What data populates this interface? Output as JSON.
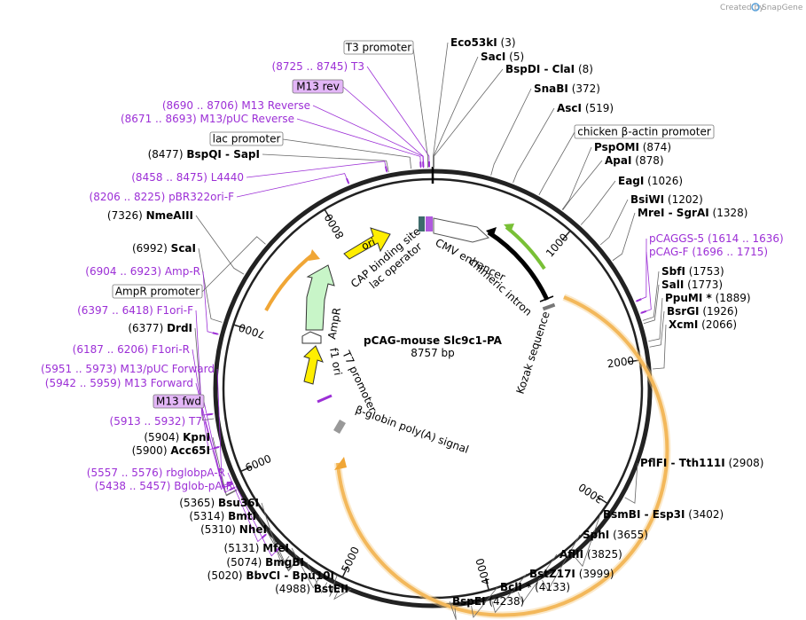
{
  "credit": {
    "text": "Created by",
    "brand": "SnapGene"
  },
  "plasmid": {
    "name": "pCAG-mouse Slc9c1-PA",
    "length_label": "8757 bp",
    "length": 8757
  },
  "ticks": [
    {
      "label": "1000",
      "pos": 1000
    },
    {
      "label": "2000",
      "pos": 2000
    },
    {
      "label": "3000",
      "pos": 3000
    },
    {
      "label": "4000",
      "pos": 4000
    },
    {
      "label": "5000",
      "pos": 5000
    },
    {
      "label": "6000",
      "pos": 6000
    },
    {
      "label": "7000",
      "pos": 7000
    },
    {
      "label": "8000",
      "pos": 8000
    }
  ],
  "sites_right": [
    {
      "name": "Eco53kI",
      "pos": 3,
      "num": "(3)"
    },
    {
      "name": "SacI",
      "pos": 5,
      "num": "(5)"
    },
    {
      "name": "BspDI",
      "name2": "ClaI",
      "pos": 8,
      "num": "(8)"
    },
    {
      "name": "SnaBI",
      "pos": 372,
      "num": "(372)"
    },
    {
      "name": "AscI",
      "pos": 519,
      "num": "(519)"
    },
    {
      "name": "PspOMI",
      "pos": 874,
      "num": "(874)"
    },
    {
      "name": "ApaI",
      "pos": 878,
      "num": "(878)"
    },
    {
      "name": "EagI",
      "pos": 1026,
      "num": "(1026)"
    },
    {
      "name": "BsiWI",
      "pos": 1202,
      "num": "(1202)"
    },
    {
      "name": "MreI",
      "name2": "SgrAI",
      "pos": 1328,
      "num": "(1328)"
    },
    {
      "name": "SbfI",
      "pos": 1753,
      "num": "(1753)"
    },
    {
      "name": "SalI",
      "pos": 1773,
      "num": "(1773)"
    },
    {
      "name": "PpuMI *",
      "pos": 1889,
      "num": "(1889)"
    },
    {
      "name": "BsrGI",
      "pos": 1926,
      "num": "(1926)"
    },
    {
      "name": "XcmI",
      "pos": 2066,
      "num": "(2066)"
    },
    {
      "name": "PflFI",
      "name2": "Tth111I",
      "pos": 2908,
      "num": "(2908)"
    },
    {
      "name": "BsmBI",
      "name2": "Esp3I",
      "pos": 3402,
      "num": "(3402)"
    },
    {
      "name": "SphI",
      "pos": 3655,
      "num": "(3655)"
    },
    {
      "name": "AflII",
      "pos": 3825,
      "num": "(3825)"
    },
    {
      "name": "BstZ17I",
      "pos": 3999,
      "num": "(3999)"
    },
    {
      "name": "BclI *",
      "pos": 4133,
      "num": "(4133)"
    },
    {
      "name": "BspEI",
      "pos": 4238,
      "num": "(4238)"
    }
  ],
  "sites_left": [
    {
      "name": "BstEII",
      "pos": 4988,
      "num": "(4988)"
    },
    {
      "name": "BbvCI",
      "name2": "Bpu10I",
      "pos": 5020,
      "num": "(5020)"
    },
    {
      "name": "BmgBI",
      "pos": 5074,
      "num": "(5074)"
    },
    {
      "name": "MfeI",
      "pos": 5131,
      "num": "(5131)"
    },
    {
      "name": "NheI",
      "pos": 5310,
      "num": "(5310)"
    },
    {
      "name": "BmtI",
      "pos": 5314,
      "num": "(5314)"
    },
    {
      "name": "Bsu36I",
      "pos": 5365,
      "num": "(5365)"
    },
    {
      "name": "Acc65I",
      "pos": 5900,
      "num": "(5900)"
    },
    {
      "name": "KpnI",
      "pos": 5904,
      "num": "(5904)"
    },
    {
      "name": "DrdI",
      "pos": 6377,
      "num": "(6377)"
    },
    {
      "name": "ScaI",
      "pos": 6992,
      "num": "(6992)"
    },
    {
      "name": "NmeAIII",
      "pos": 7326,
      "num": "(7326)"
    },
    {
      "name": "BspQI",
      "name2": "SapI",
      "pos": 8477,
      "num": "(8477)"
    }
  ],
  "primers_right": [
    {
      "name": "pCAGGS-5",
      "range": "(1614 .. 1636)",
      "pos": 1625
    },
    {
      "name": "pCAG-F",
      "range": "(1696 .. 1715)",
      "pos": 1705
    }
  ],
  "primers_left": [
    {
      "name": "T3",
      "range": "(8725 .. 8745)",
      "pos": 8735
    },
    {
      "name": "M13 Reverse",
      "range": "(8690 .. 8706)",
      "pos": 8698
    },
    {
      "name": "M13/pUC Reverse",
      "range": "(8671 .. 8693)",
      "pos": 8682
    },
    {
      "name": "L4440",
      "range": "(8458 .. 8475)",
      "pos": 8466
    },
    {
      "name": "pBR322ori-F",
      "range": "(8206 .. 8225)",
      "pos": 8215
    },
    {
      "name": "Amp-R",
      "range": "(6904 .. 6923)",
      "pos": 6913
    },
    {
      "name": "F1ori-F",
      "range": "(6397 .. 6418)",
      "pos": 6407
    },
    {
      "name": "F1ori-R",
      "range": "(6187 .. 6206)",
      "pos": 6196
    },
    {
      "name": "M13/pUC Forward",
      "range": "(5951 .. 5973)",
      "pos": 5962
    },
    {
      "name": "M13 Forward",
      "range": "(5942 .. 5959)",
      "pos": 5950
    },
    {
      "name": "T7",
      "range": "(5913 .. 5932)",
      "pos": 5922
    },
    {
      "name": "rbglobpA-R",
      "range": "(5557 .. 5576)",
      "pos": 5566
    },
    {
      "name": "Bglob-pA-R",
      "range": "(5438 .. 5457)",
      "pos": 5447
    }
  ],
  "boxed_features": [
    {
      "name": "T3 promoter",
      "pos": 8727,
      "highlight": false
    },
    {
      "name": "M13 rev",
      "pos": 8700,
      "highlight": true
    },
    {
      "name": "lac promoter",
      "pos": 8620,
      "highlight": false
    },
    {
      "name": "chicken β-actin promoter",
      "pos": 700,
      "highlight": false
    },
    {
      "name": "AmpR promoter",
      "pos": 7560,
      "highlight": false
    },
    {
      "name": "M13 fwd",
      "pos": 5950,
      "highlight": true
    }
  ],
  "inner_labels": {
    "cmv": "CMV enhancer",
    "intron": "chimeric intron",
    "kozak": "Kozak sequence",
    "cap": "CAP binding site",
    "lacop": "lac operator",
    "ori": "ori",
    "ampr": "AmpR",
    "f1": "f1 ori",
    "t7p": "T7 promoter",
    "bglob": "β-globin poly(A) signal"
  },
  "colors": {
    "primer": "#9c2fd6",
    "orf": "#f0a636",
    "ori": "#ffee00",
    "ampr": "#c8f5c8",
    "enhancer": "#ffffff",
    "promoter_arc": "#79c036",
    "highlight_box": "#e3b6f7"
  }
}
